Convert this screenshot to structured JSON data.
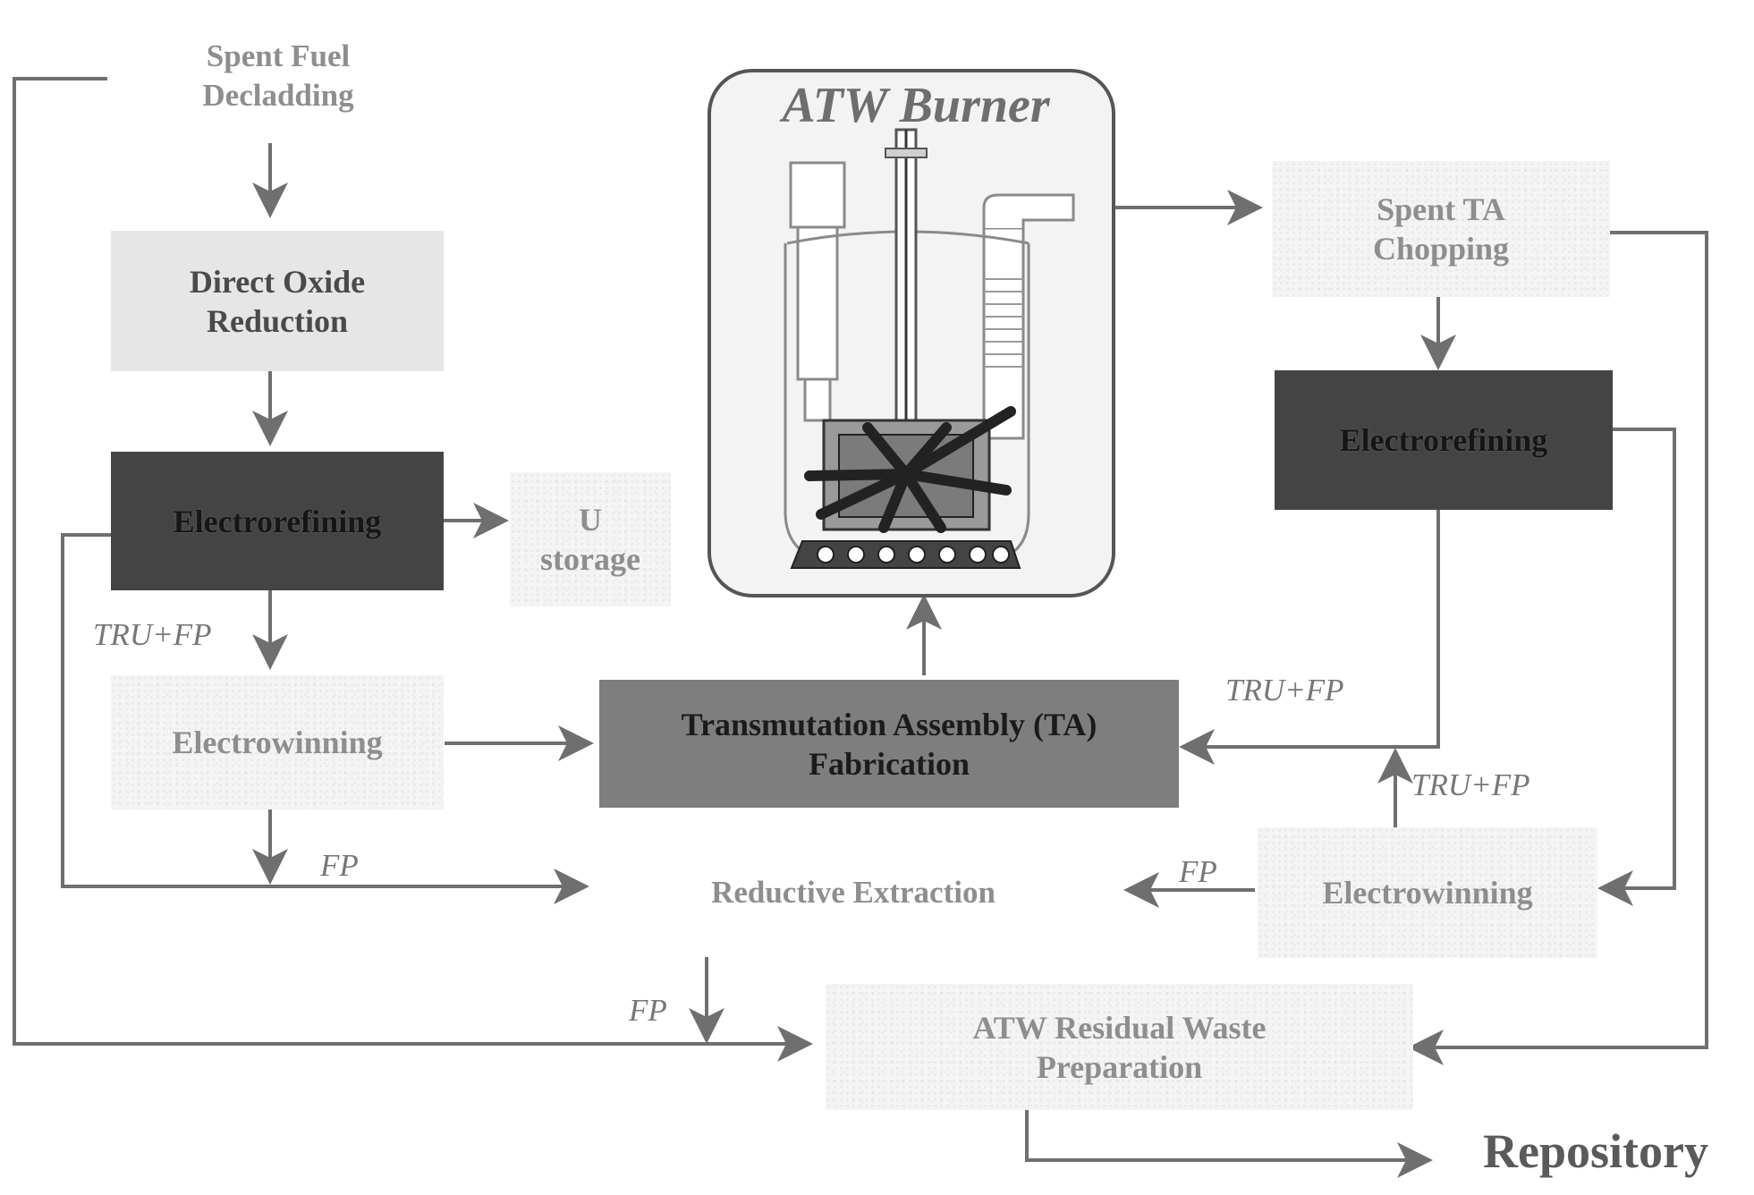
{
  "diagram": {
    "boxes": {
      "spent_fuel": "Spent Fuel\nDecladding",
      "direct_oxide": "Direct Oxide\nReduction",
      "electrorefining_left": "Electrorefining",
      "u_storage": "U\nstorage",
      "electrowinning_left": "Electrowinning",
      "ta_fabrication": "Transmutation Assembly (TA)\nFabrication",
      "reductive_extraction": "Reductive Extraction",
      "residual_waste": "ATW Residual Waste\nPreparation",
      "repository": "Repository",
      "spent_ta": "Spent TA\nChopping",
      "electrorefining_right": "Electrorefining",
      "electrowinning_right": "Electrowinning",
      "burner_title": "ATW Burner"
    },
    "flow_labels": {
      "tru_fp_left": "TRU+FP",
      "fp_left": "FP",
      "tru_fp_right_top": "TRU+FP",
      "tru_fp_right_bottom": "TRU+FP",
      "fp_right": "FP",
      "fp_bottom": "FP"
    },
    "colors": {
      "arrow": "#6f6f6f",
      "dark_box": "#444444",
      "medium_box": "#7e7e7e",
      "light_box": "#e6e6e6"
    }
  }
}
